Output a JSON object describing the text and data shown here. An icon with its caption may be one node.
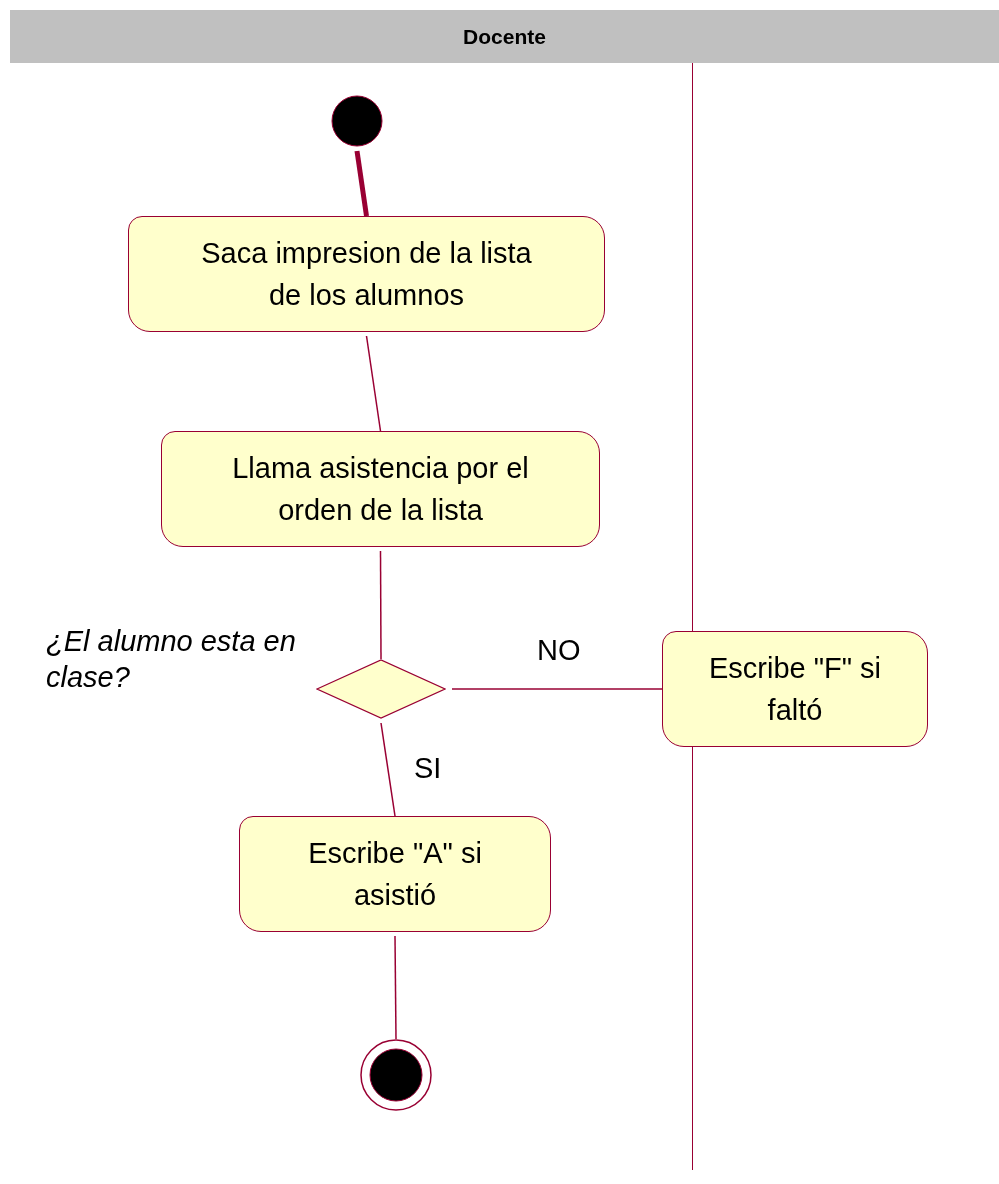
{
  "diagram": {
    "nodes": [
      {
        "text": [
          "Docente"
        ]
      },
      {
        "text": [],
        "shape": "circle",
        "in": 0
      },
      {
        "text": [
          "Saca impresion de la lista de los  alumnos"
        ],
        "in": 0
      },
      {
        "text": [
          "Llama asistencia por el orden de la lista"
        ],
        "in": 0
      },
      {
        "text": [],
        "shape": "diamond",
        "in": 0,
        "beside": [
          "¿El alumno esta en clase?"
        ]
      },
      {
        "text": [
          "Escribe \"F\" si faltó"
        ],
        "in": 0
      },
      {
        "text": [
          "Escribe \"A\" si asistió"
        ],
        "in": 0
      },
      {
        "text": [],
        "shape": "circle",
        "in": 0
      }
    ],
    "edges": [
      {
        "from": 1,
        "to": 2,
        "arrow": "none",
        "style": "thick"
      },
      {
        "from": 2,
        "to": 3,
        "arrow": "none"
      },
      {
        "from": 3,
        "to": 4,
        "arrow": "none"
      },
      {
        "from": 4,
        "to": 5,
        "arrow": "none",
        "label": "NO"
      },
      {
        "from": 4,
        "to": 6,
        "arrow": "none",
        "label": "SI"
      },
      {
        "from": 6,
        "to": 7,
        "arrow": "none"
      }
    ]
  }
}
